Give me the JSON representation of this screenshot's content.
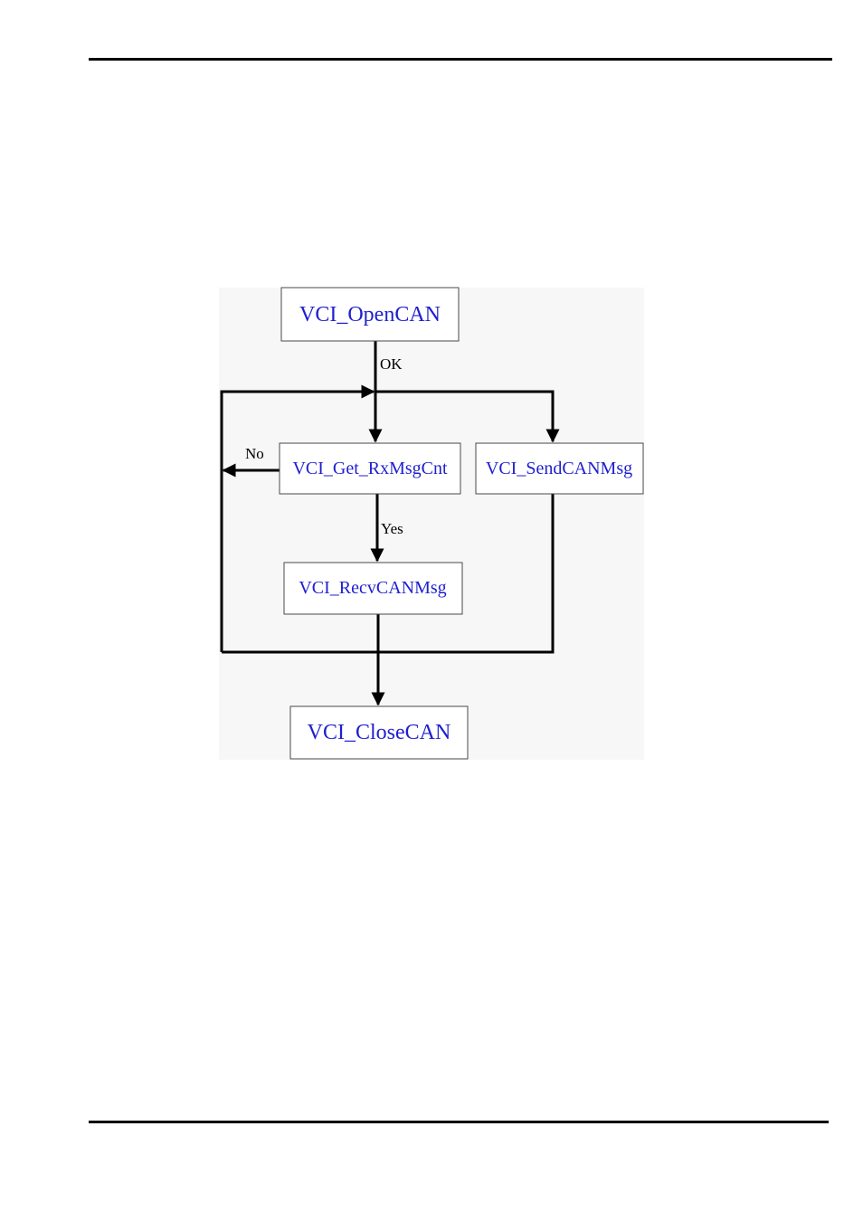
{
  "diagram": {
    "nodes": {
      "open": "VCI_OpenCAN",
      "get_rx": "VCI_Get_RxMsgCnt",
      "send": "VCI_SendCANMsg",
      "recv": "VCI_RecvCANMsg",
      "close": "VCI_CloseCAN"
    },
    "edge_labels": {
      "ok": "OK",
      "no": "No",
      "yes": "Yes"
    }
  },
  "colors": {
    "node_text": "#1f1fd0",
    "node_border": "#4a4a4a",
    "edge": "#000000",
    "diagram_background": "#f7f7f7"
  }
}
